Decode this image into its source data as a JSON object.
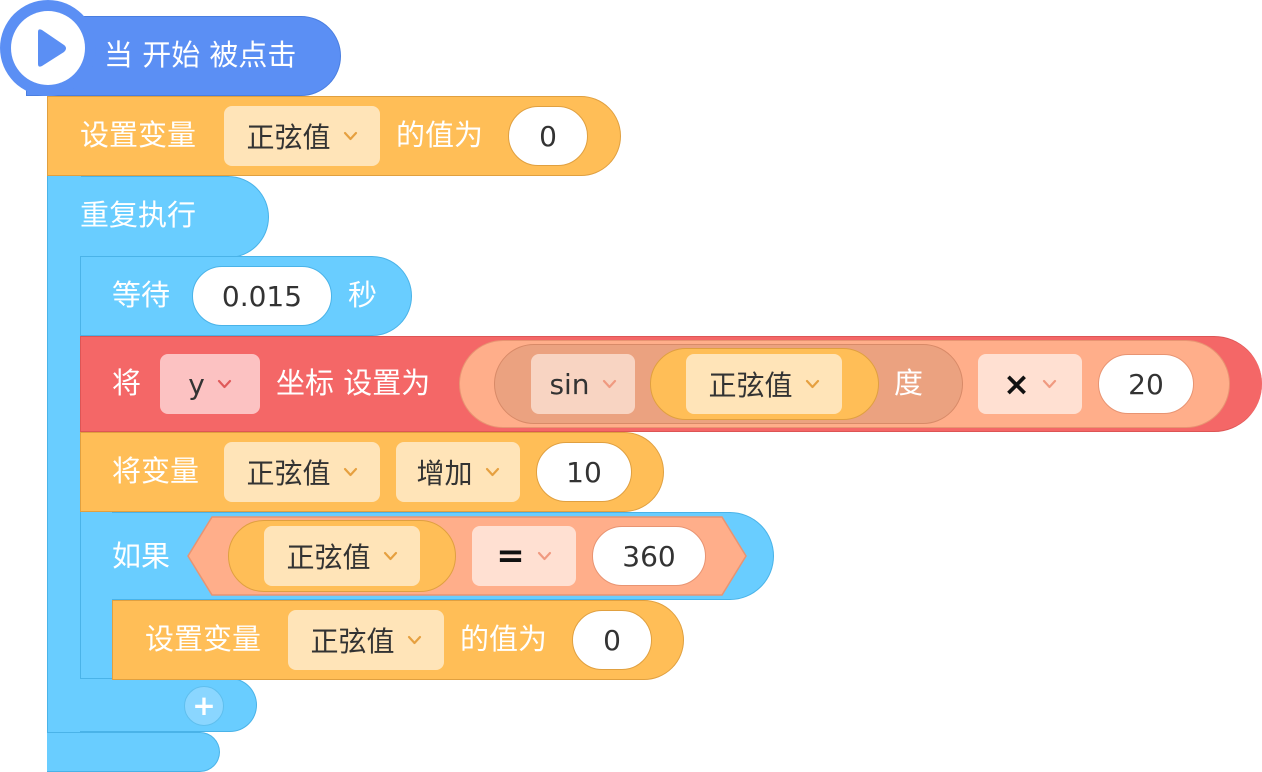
{
  "colors": {
    "event_blue": "#5b8ff4",
    "control_blue": "#69cdff",
    "variable_orange": "#ffbe57",
    "motion_red": "#f46767",
    "operator_salmon": "#ffae8a"
  },
  "hat_block": {
    "label": "当 开始 被点击",
    "icon": "play-icon"
  },
  "set_var_block_1": {
    "label": "设置变量",
    "variable": "正弦值",
    "suffix": "的值为",
    "value": "0"
  },
  "forever_block": {
    "label": "重复执行"
  },
  "wait_block": {
    "label": "等待",
    "value": "0.015",
    "suffix": "秒"
  },
  "set_coord_block": {
    "prefix": "将",
    "axis": "y",
    "middle": "坐标 设置为",
    "function": "sin",
    "variable": "正弦值",
    "unit": "度",
    "operator": "×",
    "operand": "20"
  },
  "change_var_block": {
    "label": "将变量",
    "variable": "正弦值",
    "action": "增加",
    "value": "10"
  },
  "if_block": {
    "label": "如果",
    "variable": "正弦值",
    "operator": "=",
    "value": "360"
  },
  "set_var_block_2": {
    "label": "设置变量",
    "variable": "正弦值",
    "suffix": "的值为",
    "value": "0"
  },
  "add_button": {
    "icon": "plus-icon",
    "label": "+"
  }
}
